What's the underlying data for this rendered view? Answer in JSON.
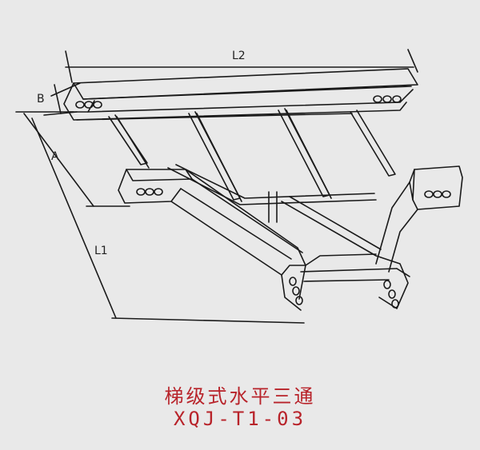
{
  "drawing": {
    "labels": {
      "l2": "L2",
      "b": "B",
      "a": "A",
      "l1": "L1"
    }
  },
  "caption": {
    "title": "梯级式水平三通",
    "code": "XQJ-T1-03"
  },
  "colors": {
    "caption": "#b8232a",
    "line": "#1a1a1a",
    "background": "#e9e9e9"
  }
}
